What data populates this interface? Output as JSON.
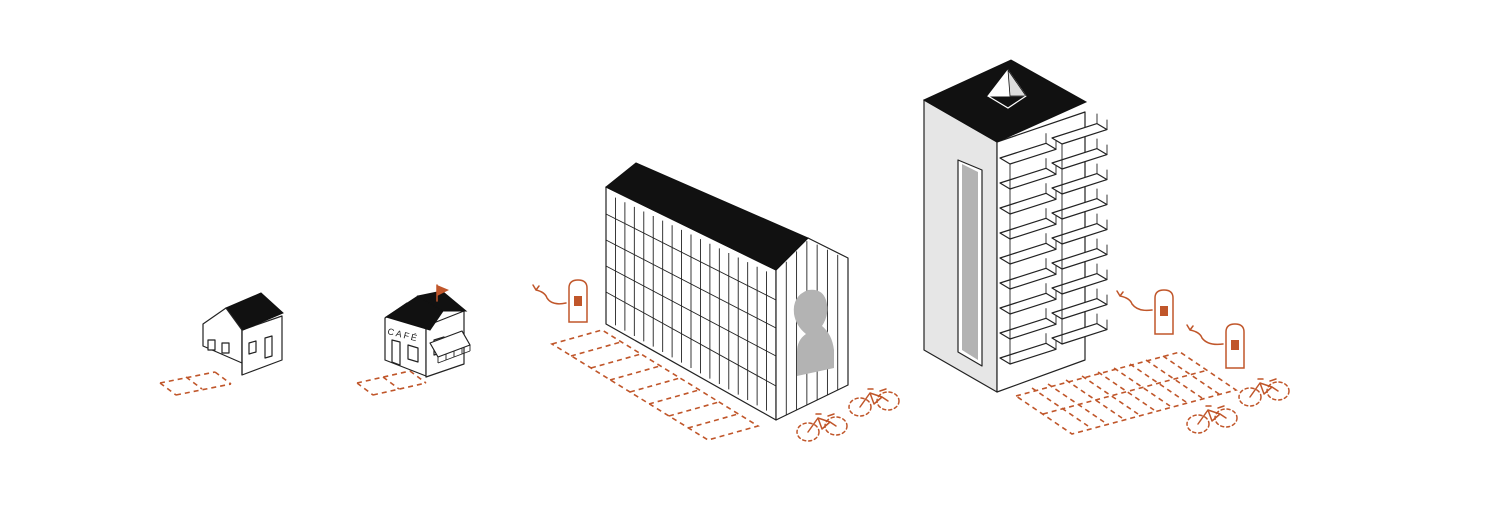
{
  "diagram": {
    "cafe_sign": "CAFÉ",
    "colors": {
      "line": "#222222",
      "roof": "#111111",
      "accent": "#c0562a",
      "silhouette": "#b3b3b3",
      "tower_wall": "#e6e6e6"
    },
    "elements": [
      {
        "name": "small-house",
        "parking_spaces": 2
      },
      {
        "name": "cafe",
        "parking_spaces": 2
      },
      {
        "name": "apartment-block",
        "parking_spaces": 8,
        "bike_racks": 1,
        "bikes": 2
      },
      {
        "name": "tower",
        "parking_spaces": 10,
        "bike_racks": 2,
        "bikes": 2
      }
    ]
  }
}
